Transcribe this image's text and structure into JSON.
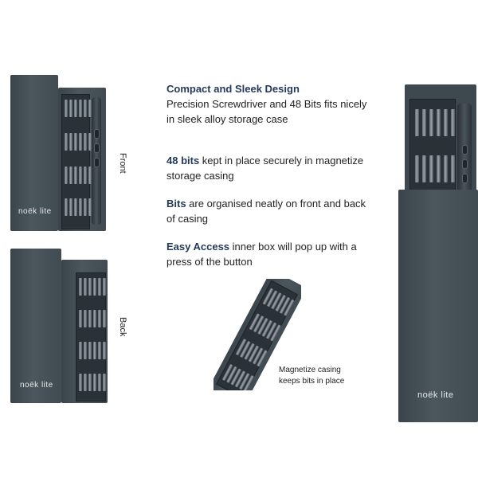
{
  "front_case": {
    "brand": "noëk lite",
    "side_label": "Front"
  },
  "back_case": {
    "brand": "noëk lite",
    "side_label": "Back"
  },
  "large_case": {
    "brand": "noëk lite"
  },
  "features": [
    {
      "heading": "Compact and Sleek Design",
      "text": "Precision Screwdriver and 48 Bits fits nicely in sleek alloy storage case"
    },
    {
      "heading": "48 bits",
      "text": " kept in place securely in magnetize storage casing"
    },
    {
      "heading": "Bits",
      "text": " are organised neatly on front and back of casing"
    },
    {
      "heading": "Easy Access",
      "text": " inner box will pop up with a press of the button"
    }
  ],
  "magnet_caption": "Magnetize casing keeps bits in place",
  "colors": {
    "case": "#434d54",
    "heading": "#243a5a"
  }
}
